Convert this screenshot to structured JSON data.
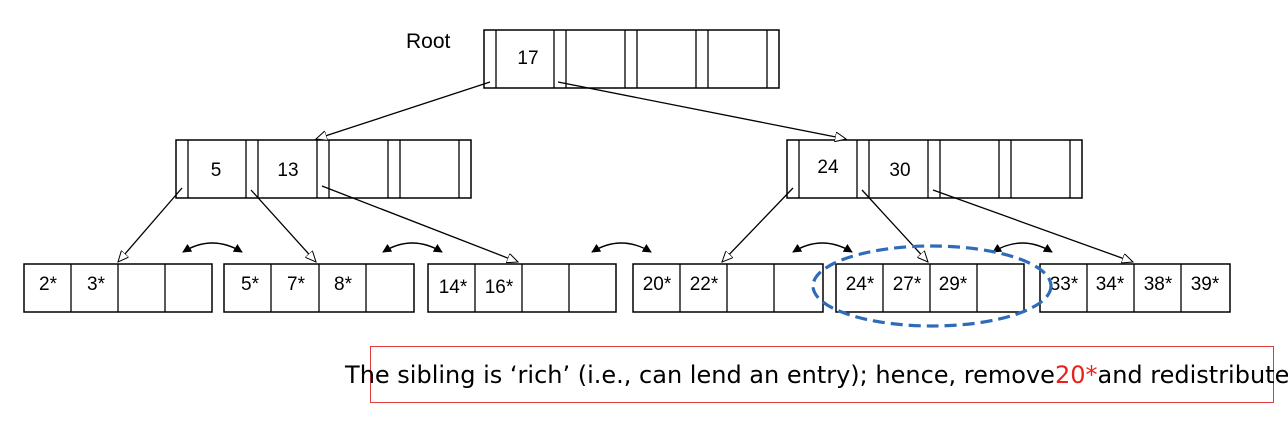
{
  "root_label": "Root",
  "root": {
    "keys": [
      "17",
      "",
      "",
      ""
    ]
  },
  "internal": [
    {
      "keys": [
        "5",
        "13",
        "",
        ""
      ]
    },
    {
      "keys": [
        "24",
        "30",
        "",
        ""
      ]
    }
  ],
  "leaves": [
    {
      "entries": [
        "2*",
        "3*",
        "",
        ""
      ]
    },
    {
      "entries": [
        "5*",
        "7*",
        "8*",
        ""
      ]
    },
    {
      "entries": [
        "14*",
        "16*",
        "",
        ""
      ]
    },
    {
      "entries": [
        "20*",
        "22*",
        "",
        ""
      ]
    },
    {
      "entries": [
        "24*",
        "27*",
        "29*",
        ""
      ]
    },
    {
      "entries": [
        "33*",
        "34*",
        "38*",
        "39*"
      ]
    }
  ],
  "caption": {
    "before": "The sibling is ‘rich’ (i.e., can lend an entry); hence, remove ",
    "highlight": "20*",
    "after": " and redistribute!"
  },
  "colors": {
    "highlight_ellipse": "#2e6bb8",
    "caption_border": "#e03a3a",
    "caption_highlight": "#e8211a"
  }
}
